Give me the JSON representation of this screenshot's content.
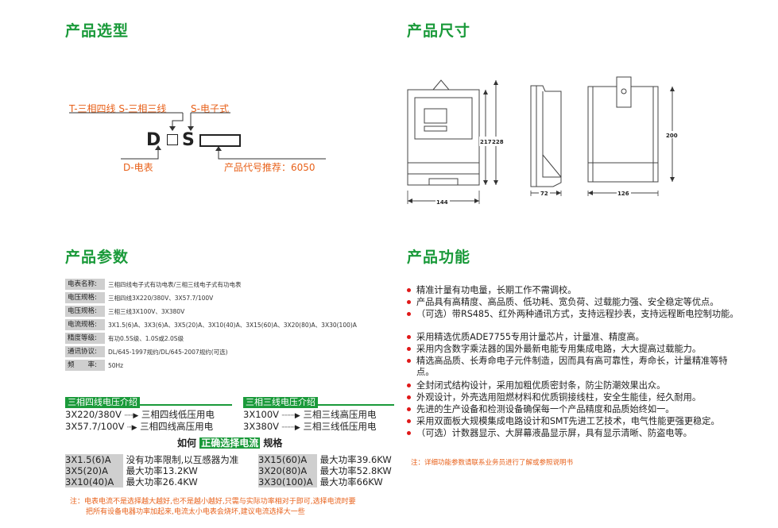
{
  "sections": {
    "selection_title": "产品选型",
    "dimensions_title": "产品尺寸",
    "params_title": "产品参数",
    "functions_title": "产品功能"
  },
  "selection": {
    "t_label": "T-三相四线 S-三相三线",
    "s_label": "S-电子式",
    "code_d": "D",
    "code_s": "S",
    "d_label": "D-电表",
    "code_label": "产品代号推荐：6050"
  },
  "dimensions": {
    "d217": "217",
    "d228": "228",
    "d144": "144",
    "d72": "72",
    "d126": "126",
    "d200": "200"
  },
  "params": [
    {
      "label": "电表名称:",
      "value": "三相四线电子式有功电表/三相三线电子式有功电表"
    },
    {
      "label": "电压规格:",
      "value": "三相四线3X220/380V、3X57.7/100V"
    },
    {
      "label": "电压规格:",
      "value": "三相三线3X100V、3X380V"
    },
    {
      "label": "电流规格:",
      "value": "3X1.5(6)A、3X3(6)A、3X5(20)A、3X10(40)A、3X15(60)A、3X20(80)A、3X30(100)A"
    },
    {
      "label": "精度等级:",
      "value": "有功0.5S级、1.0S或2.0S级"
    },
    {
      "label": "通讯协议:",
      "value": "DL/645-1997规约/DL/645-2007规约(可选)"
    },
    {
      "label": "频　　率:",
      "value": "50Hz"
    }
  ],
  "voltage_intro": {
    "four_wire_title": "三相四线电压介绍",
    "three_wire_title": "三相三线电压介绍",
    "four_wire": [
      {
        "v": "3X220/380V",
        "desc": "三相四线低压用电"
      },
      {
        "v": "3X57.7/100V",
        "desc": "三相四线高压用电"
      }
    ],
    "three_wire": [
      {
        "v": "3X100V",
        "desc": "三相三线高压用电"
      },
      {
        "v": "3X380V",
        "desc": "三相三线低压用电"
      }
    ]
  },
  "current_select": {
    "prefix": "如何",
    "highlight": "正确选择电流",
    "suffix": "规格",
    "left": [
      {
        "spec": "3X1.5(6)A",
        "desc": "没有功率限制,以互感器为准"
      },
      {
        "spec": "3X5(20)A",
        "desc": "最大功率13.2KW"
      },
      {
        "spec": "3X10(40)A",
        "desc": "最大功率26.4KW"
      }
    ],
    "right": [
      {
        "spec": "3X15(60)A",
        "desc": "最大功率39.6KW"
      },
      {
        "spec": "3X20(80)A",
        "desc": "最大功率52.8KW"
      },
      {
        "spec": "3X30(100)A",
        "desc": "最大功率66KW"
      }
    ]
  },
  "bottom_note": {
    "line1": "注：电表电流不是选择越大越好,也不是越小越好,只需与实际功率相对于即可,选择电流时要",
    "line2": "把所有设备电器功率加起来,电流太小电表会烧坏,建议电流选择大一些"
  },
  "functions": [
    "精准计量有功电量，长期工作不需调校。",
    "产品具有高精度、高品质、低功耗、宽负荷、过载能力强、安全稳定等优点。",
    "（可选）带RS485、红外两种通讯方式，支持远程抄表，支持远程断电控制功能。",
    "采用精选优质ADE7755专用计量芯片，计量准、精度高。",
    "采用内含数字乘法器的国外最新电能专用集成电路，大大提高过载能力。",
    "精选高品质、长寿命电子元件制造，因而具有高可靠性，寿命长，计量精准等特点。",
    "全封闭式结构设计，采用加粗优质密封条，防尘防潮效果出众。",
    "外观设计，外壳选用阻燃材料和优质铜接线柱，安全生能佳，经久耐用。",
    "先进的生产设备和检测设备确保每一个产品精度和品质始终如一。",
    "采用双面板大规模集成电路设计和SMT先进工艺技术，电气性能更强更稳定。",
    "（可选）计数器显示、大屏幕液晶显示屏，具有显示清晰、防盗电等。"
  ],
  "function_note": "注：详细功能参数请联系业务员进行了解或参照说明书",
  "colors": {
    "green": "#1a9a3a",
    "orange": "#e8611a",
    "red_dot": "#e01818",
    "label_grey": "#cfcfcf"
  }
}
